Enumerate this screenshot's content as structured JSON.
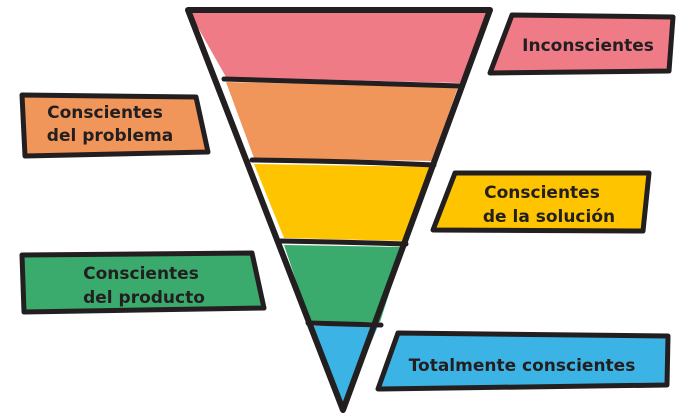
{
  "stages": [
    {
      "id": "inconscientes",
      "lines": [
        "Inconscientes"
      ],
      "color": "#ef7b86"
    },
    {
      "id": "problema",
      "lines": [
        "Conscientes",
        "del problema"
      ],
      "color": "#f0965a"
    },
    {
      "id": "solucion",
      "lines": [
        "Conscientes",
        "de la solución"
      ],
      "color": "#fec400"
    },
    {
      "id": "producto",
      "lines": [
        "Conscientes",
        "del producto"
      ],
      "color": "#3aab6c"
    },
    {
      "id": "totalmente",
      "lines": [
        "Totalmente conscientes"
      ],
      "color": "#3bb4e5"
    }
  ],
  "outline_color": "#231f20"
}
